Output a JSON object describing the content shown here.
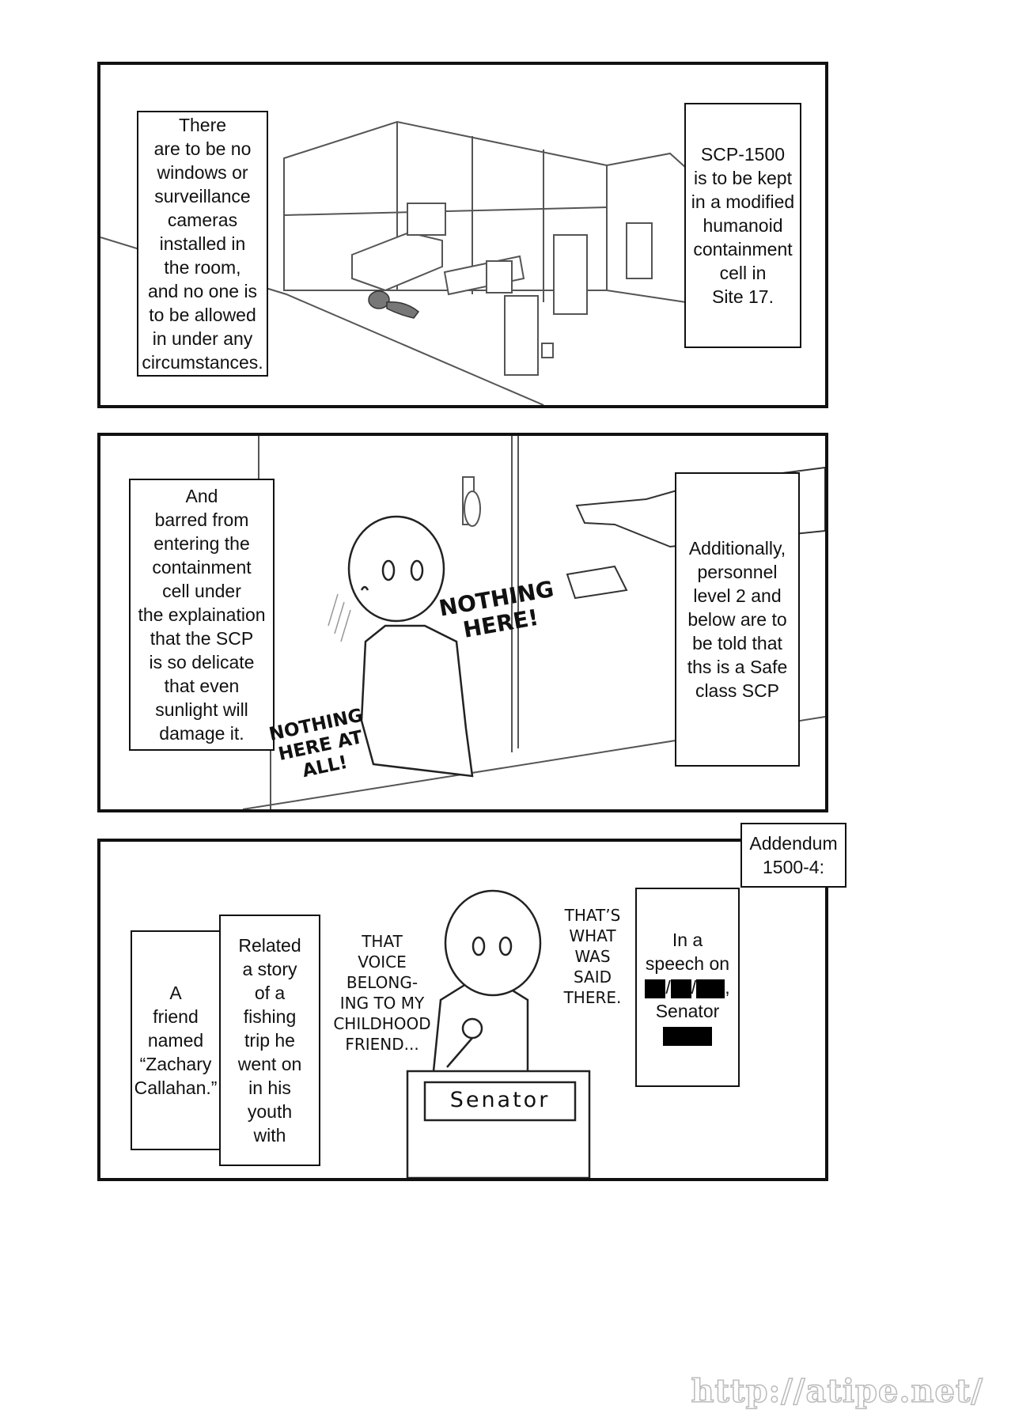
{
  "panel1": {
    "left_caption": "There\nare to be no\nwindows or\nsurveillance\ncameras\ninstalled in\nthe room,\nand no one is\nto be allowed\nin under any\ncircumstances.",
    "right_caption": "SCP-1500\nis to be kept\nin a modified\nhumanoid\ncontainment\ncell in\nSite 17."
  },
  "panel2": {
    "left_caption": "And\nbarred from\nentering the\ncontainment\ncell under\nthe explaination\nthat the SCP\nis so delicate\nthat even\nsunlight will\ndamage it.",
    "right_caption": "Additionally,\npersonnel\nlevel 2 and\nbelow are to\nbe told that\nths is a Safe\nclass SCP",
    "sfx_1": "NOTHING\nHERE!",
    "sfx_2": "NOTHING\nHERE AT\nALL!"
  },
  "panel3": {
    "addendum": "Addendum\n1500-4:",
    "speech_line1": "In a",
    "speech_line2": "speech on",
    "speech_sep1": "/",
    "speech_sep2": "/",
    "speech_sep3": ",",
    "speech_line3": "Senator",
    "related_caption": "Related\na story\nof a\nfishing\ntrip he\nwent on\nin his\nyouth\nwith",
    "friend_caption": "A\nfriend\nnamed\n“Zachary\nCallahan.”",
    "dialogue_voice": "THAT\nVOICE\nBELONG-\nING TO MY\nCHILDHOOD\nFRIEND...",
    "dialogue_said": "THAT’S\nWHAT\nWAS\nSAID\nTHERE.",
    "podium_sign": "Senator"
  },
  "watermark": "http://atipe.net/"
}
